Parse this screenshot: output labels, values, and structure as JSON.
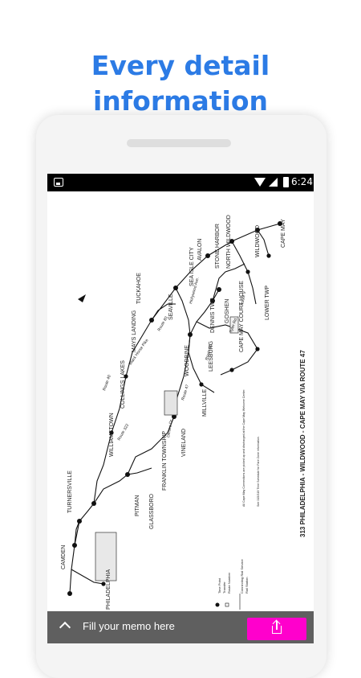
{
  "promo": {
    "headline_line1": "Every detail",
    "headline_line2": "information",
    "accent_color": "#2c7be5"
  },
  "status_bar": {
    "time": "6:24",
    "icons": [
      "image-icon",
      "wifi-icon",
      "signal-icon",
      "battery-icon"
    ]
  },
  "map": {
    "route_title": "313 PHILADELPHIA - WILDWOOD - CAPE MAY VIA ROUTE 47",
    "places": [
      "CAMDEN",
      "TURNERSVILLE",
      "WILLIAMSTOWN",
      "COLLINGS LAKES",
      "MAYS LANDING",
      "TUCKAHOE",
      "SEAVILLE",
      "SEA ISLE CITY",
      "AVALON",
      "STONE HARBOR",
      "NORTH WILDWOOD",
      "WILDWOOD",
      "CAPE MAY",
      "DENNIS TWP",
      "WOODBINE",
      "GOSHEN",
      "CAPE MAY COURT HOUSE",
      "LOWER TWP",
      "LEESBURG",
      "MILLVILLE",
      "VINELAND",
      "FRANKLIN TOWNSHIP",
      "GLASSBORO",
      "PITMAN",
      "PHILADELPHIA"
    ],
    "roads": [
      "Route 40",
      "Black Horse Pike",
      "Route 47",
      "Route 9",
      "Route 83",
      "Route 55",
      "Route 322",
      "Delsea Dr.",
      "Tyler Rd.",
      "Hollywood Ave."
    ],
    "notes": [
      "All Cape May Connections are picked up and discharged at the Cape May Welcome Center.",
      "See 315/319 Time Schedule for Fare Zone information."
    ],
    "legend": [
      "Time Point",
      "Transfer",
      "Route Number",
      "Connecting Rail Service",
      "Rail Station"
    ]
  },
  "bottom_bar": {
    "memo_placeholder": "Fill your memo here",
    "share_color": "#ff00cc"
  }
}
